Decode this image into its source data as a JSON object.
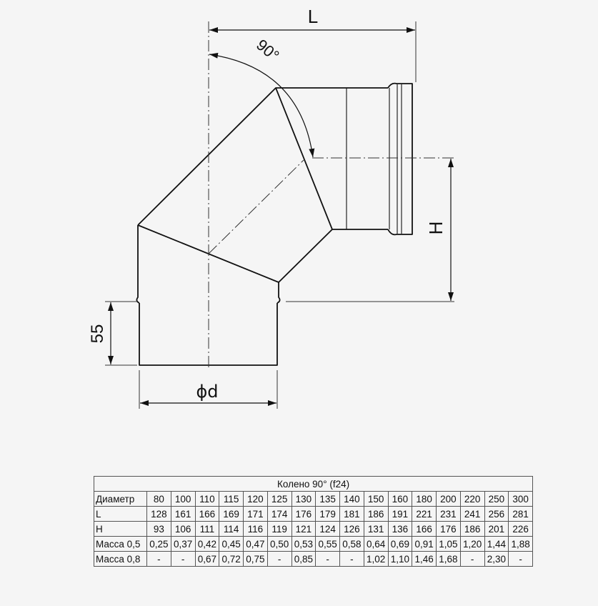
{
  "drawing": {
    "dim_L": "L",
    "dim_H": "H",
    "dim_55": "55",
    "dim_d": "ϕd",
    "angle": "90°"
  },
  "table": {
    "title": "Колено 90° (f24)",
    "rows": [
      {
        "label": "Диаметр",
        "values": [
          "80",
          "100",
          "110",
          "115",
          "120",
          "125",
          "130",
          "135",
          "140",
          "150",
          "160",
          "180",
          "200",
          "220",
          "250",
          "300"
        ]
      },
      {
        "label": "L",
        "values": [
          "128",
          "161",
          "166",
          "169",
          "171",
          "174",
          "176",
          "179",
          "181",
          "186",
          "191",
          "221",
          "231",
          "241",
          "256",
          "281"
        ]
      },
      {
        "label": "H",
        "values": [
          "93",
          "106",
          "111",
          "114",
          "116",
          "119",
          "121",
          "124",
          "126",
          "131",
          "136",
          "166",
          "176",
          "186",
          "201",
          "226"
        ]
      },
      {
        "label": "Масса 0,5",
        "values": [
          "0,25",
          "0,37",
          "0,42",
          "0,45",
          "0,47",
          "0,50",
          "0,53",
          "0,55",
          "0,58",
          "0,64",
          "0,69",
          "0,91",
          "1,05",
          "1,20",
          "1,44",
          "1,88"
        ]
      },
      {
        "label": "Масса 0,8",
        "values": [
          "-",
          "-",
          "0,67",
          "0,72",
          "0,75",
          "-",
          "0,85",
          "-",
          "-",
          "1,02",
          "1,10",
          "1,46",
          "1,68",
          "-",
          "2,30",
          "-"
        ]
      }
    ]
  }
}
